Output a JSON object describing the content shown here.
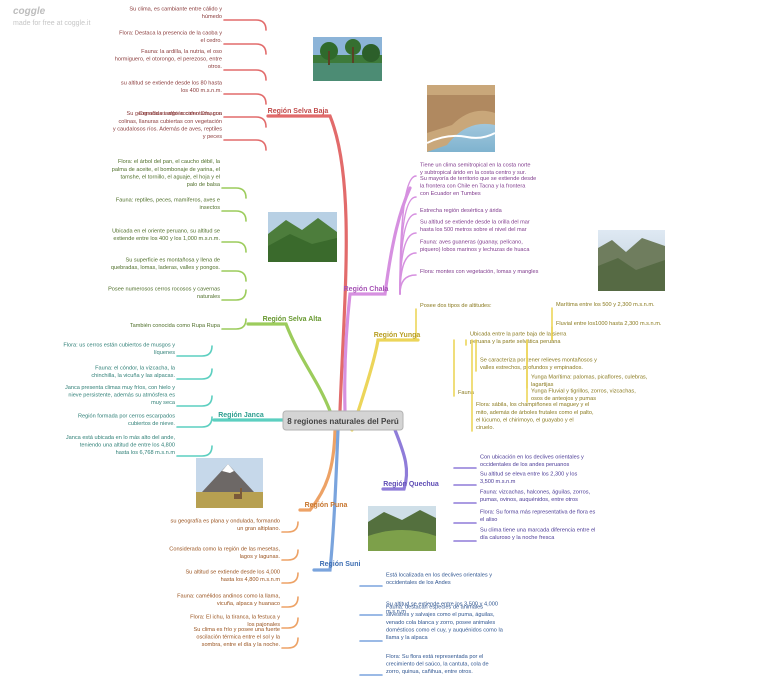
{
  "watermark": {
    "logo": "coggle",
    "subtitle": "made for free at coggle.it"
  },
  "root": {
    "label": "8 regiones naturales del Perú"
  },
  "images": {
    "selva_baja": "lush river jungle",
    "chala": "desert coast and sea",
    "selva_alta": "green forested mountains",
    "yunga": "rocky mountain valley",
    "puna": "volcano and grassland with llama",
    "quechua": "green andean valley"
  },
  "branches": [
    {
      "id": "selva-baja",
      "color": "#e26b6b",
      "label": "Región Selva Baja",
      "items": [
        "Su clima, es cambiante entre cálido y húmedo",
        "Flora: Destaca la presencia de la caoba y el cedro.",
        "Fauna: la ardilla, la nutria, el oso hormiguero, el otorongo, el perezoso, entre otros.",
        "su altitud se extiende desde los 80 hasta los 400 m.s.n.m.",
        "Conocida también como Omagua",
        "Su geografía es algo accidentada, con colinas, llanuras cubiertas con vegetación y caudalosos ríos. Además de aves, reptiles y peces"
      ]
    },
    {
      "id": "chala",
      "color": "#d690e0",
      "label": "Región Chala",
      "items": [
        "Tiene un clima semitropical en la costa norte y subtropical árido en la costa centro y sur.",
        "Su mayoría de territorio que se extiende desde la frontera con Chile en Tacna y la frontera con Ecuador en Tumbes",
        "Estrecha región desértica y árida",
        "Su altitud se extiende desde la orilla del mar hasta los 500 metros sobre el nivel del mar",
        "Fauna: aves guaneras (guanay, pelícano, piquero) lobos marinos y lechuzas de huaca",
        "Flora: montes con vegetación, lomas y mangles"
      ]
    },
    {
      "id": "selva-alta",
      "color": "#9ccc5c",
      "label": "Región Selva Alta",
      "items": [
        "Flora: el árbol del pan, el caucho débil, la palma de aceite, el bombonaje de yarina, el tamshe, el tornillo, el aguaje, el hoja y el palo de balsa",
        "Fauna: reptiles, peces, mamíferos, aves e insectos",
        "Ubicada en el oriente peruano, su altitud se extiende entre los 400 y los 1,000 m.s.n.m.",
        "Su superficie es montañosa y llena de quebradas, lomas, laderas, valles y pongos.",
        "Posee numerosos cerros rocosos y cavernas naturales",
        "También conocida como Rupa Rupa"
      ]
    },
    {
      "id": "yunga",
      "color": "#ecd55a",
      "label": "Región Yunga",
      "items": [
        "Posee dos tipos de altitudes:",
        "Marítima entre los 500 y 2,300 m.s.n.m.",
        "Fluvial entre los1000 hasta 2,300 m.s.n.m.",
        "Ubicada entre la parte baja de la sierra peruana y la parte selvática peruana",
        "Se caracteriza por tener relieves montañosos y valles estrechos, profundos y empinados.",
        "Fauna",
        "Yunga Marítima: palomas, picaflores, culebras, lagartijas",
        "Yunga Fluvial y tigrillos, zorros, vizcachas, osos de anteojos y pumas",
        "Flora: sábila, los champiñones el maguey y el mito, además de árboles frutales como el palto, el lúcumo, el chirimoyo, el guayabo y el ciruelo."
      ]
    },
    {
      "id": "janca",
      "color": "#5ccfc0",
      "label": "Región Janca",
      "items": [
        "Flora: us cerros están cubiertos de musgos y líquenes",
        "Fauna: el cóndor, la vizcacha, la chinchilla, la vicuña y las alpacas.",
        "Janca presenta climas muy fríos, con hielo y nieve persistente, además su atmósfera es muy seca",
        "Región formada por cerros escarpados cubiertos de nieve.",
        "Janca está ubicada en lo más alto del ande, teniendo una altitud de entre los 4,800 hasta los 6,768 m.s.n.m"
      ]
    },
    {
      "id": "quechua",
      "color": "#8f7cd9",
      "label": "Región Quechua",
      "items": [
        "Con ubicación en los declives orientales y occidentales de los andes peruanos",
        "Su altitud se eleva entre los 2,300 y los 3,500 m.s.n.m",
        "Fauna: vizcachas, halcones, águilas, zorros, pumas, ovinos, auquénidos, entre otros",
        "Flora: Su forma más representativa de flora es el aliso",
        "Su clima tiene una marcada diferencia entre el día caluroso y la noche fresca"
      ]
    },
    {
      "id": "puna",
      "color": "#eda266",
      "label": "Región Puna",
      "items": [
        "su geografía es plana y ondulada, formando un gran altiplano.",
        "Considerada como la región de las mesetas, lagos y lagunas.",
        "Su altitud se extiende desde los 4,000 hasta los 4,800 m.s.n.m",
        "Fauna: camélidos andinos como la llama, vicuña, alpaca y huanaco",
        "Flora: El ichu, la tiranca, la festuca y los pajonales",
        "Su clima es frío y posee una fuerte oscilación térmica entre el sol y la sombra, entre el día y la noche."
      ]
    },
    {
      "id": "suni",
      "color": "#7aa4dd",
      "label": "Región Suni",
      "items": [
        "Está localizada en los declives orientales y occidentales de los Andes",
        "Su altitud se extiende entre los 3,500 y 4,000 m.s.n.m",
        "Fauna: destacan especies de animales silvestres y salvajes como el puma, águilas, venado cola blanca y zorro, posee animales domésticos como el cuy, y auquénidos como la llama y la alpaca",
        "Flora: Su flora está representada por el crecimiento del saúco, la cantuta, cola de zorro, quinua, cañihua, entre otros."
      ]
    }
  ]
}
